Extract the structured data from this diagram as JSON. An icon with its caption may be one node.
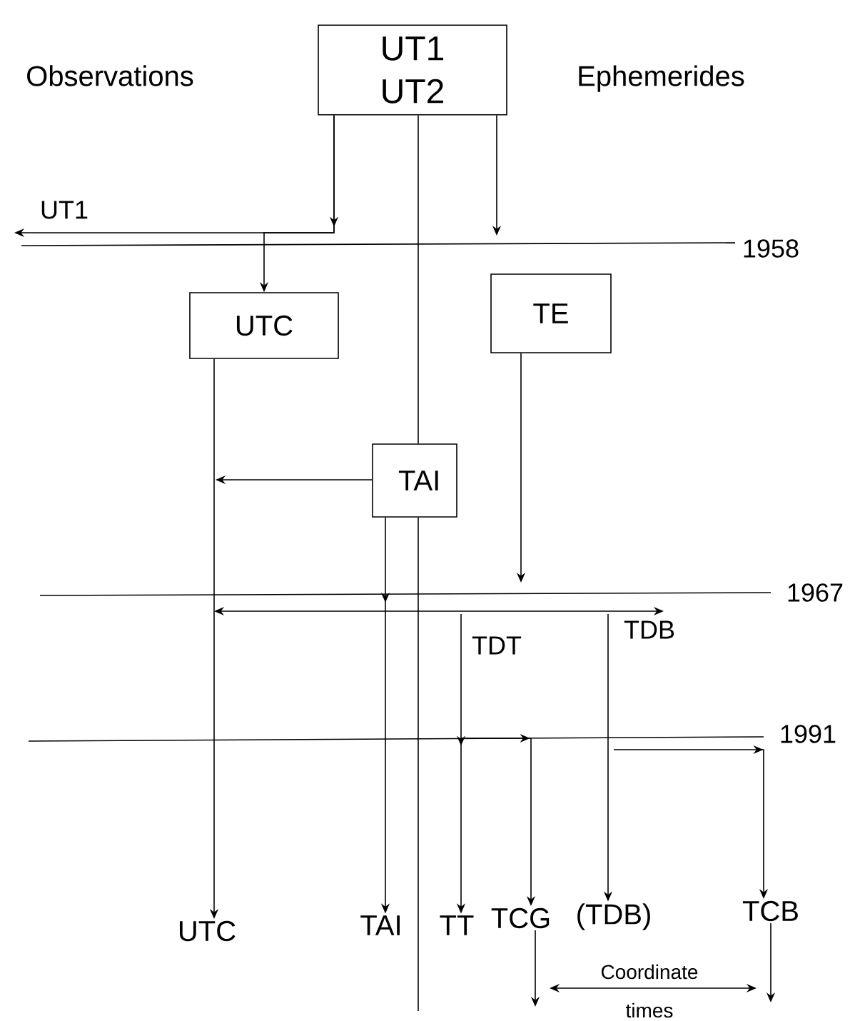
{
  "diagram": {
    "nodes": [
      {
        "text": [
          "UT1 UT2"
        ]
      },
      {
        "text": [
          "UTC"
        ]
      },
      {
        "text": [
          "TE"
        ]
      },
      {
        "text": [
          "TAI"
        ]
      },
      {
        "text": [
          "UTC"
        ]
      },
      {
        "text": [
          "TAI"
        ]
      },
      {
        "text": [
          "TT"
        ]
      },
      {
        "text": [
          "TCG"
        ]
      },
      {
        "text": [
          "(TDB)"
        ]
      },
      {
        "text": [
          "TCB"
        ]
      }
    ],
    "edges": [
      {
        "from": 0,
        "to": null,
        "arrow": "to",
        "label": "UT1"
      },
      {
        "from": 0,
        "to": 1,
        "arrow": "to"
      },
      {
        "from": 0,
        "to": 3,
        "arrow": "none"
      },
      {
        "from": 0,
        "to": null,
        "arrow": "to"
      },
      {
        "from": 1,
        "to": 4,
        "arrow": "to"
      },
      {
        "from": 2,
        "to": null,
        "arrow": "to"
      },
      {
        "from": 3,
        "to": null,
        "arrow": "to"
      },
      {
        "from": 3,
        "to": 5,
        "arrow": "to"
      },
      {
        "from": 3,
        "to": null,
        "arrow": "none"
      },
      {
        "from": null,
        "to": 6,
        "arrow": "to",
        "label": "TDT"
      },
      {
        "from": null,
        "to": 8,
        "arrow": "to",
        "label": "TDB"
      },
      {
        "from": null,
        "to": 7,
        "arrow": "to"
      },
      {
        "from": null,
        "to": 9,
        "arrow": "to"
      },
      {
        "from": 7,
        "to": null,
        "arrow": "to"
      },
      {
        "from": 9,
        "to": null,
        "arrow": "to"
      }
    ],
    "labels": [
      "Observations",
      "Ephemerides",
      "1958",
      "1967",
      "1991",
      "Coordinate times"
    ]
  }
}
